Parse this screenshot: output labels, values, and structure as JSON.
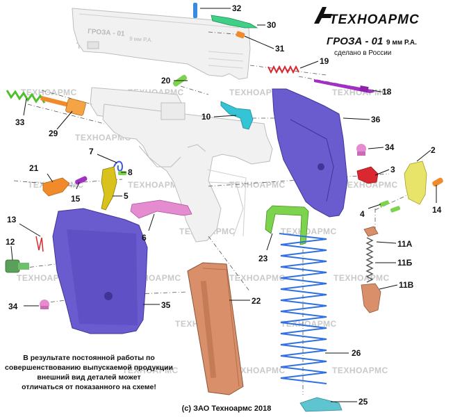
{
  "brand": {
    "name": "ТЕХНОАРМС"
  },
  "model": {
    "name": "ГРОЗА - 01",
    "caliber": "9 мм Р.А.",
    "made_in": "сделано в России"
  },
  "watermark": "ТЕХНОАРМС",
  "disclaimer": [
    "В результате постоянной работы по",
    "совершенствованию выпускаемой продукции",
    "внешний вид деталей может",
    "отличаться от показанного на схеме!"
  ],
  "copyright": "(c) ЗАО Техноармс 2018",
  "slide_engraving": {
    "model": "ГРОЗА - 01",
    "caliber": "9 мм Р.А."
  },
  "part_labels": {
    "p2": "2",
    "p3": "3",
    "p4": "4",
    "p5": "5",
    "p6": "6",
    "p7": "7",
    "p8": "8",
    "p10": "10",
    "p11a": "11А",
    "p11b": "11Б",
    "p11v": "11В",
    "p12": "12",
    "p13": "13",
    "p14": "14",
    "p15": "15",
    "p18": "18",
    "p19": "19",
    "p20": "20",
    "p21": "21",
    "p22": "22",
    "p23": "23",
    "p25": "25",
    "p26": "26",
    "p29": "29",
    "p30": "30",
    "p31": "31",
    "p32": "32",
    "p33": "33",
    "p34a": "34",
    "p34b": "34",
    "p35": "35",
    "p36": "36"
  },
  "colors": {
    "grip_panels": "#6a5ccf",
    "magazine": "#d9906a",
    "spring": "#2f6fe0",
    "green_parts": "#7ed34e",
    "teal_parts": "#35c3d6",
    "trigger": "#d8c21b",
    "orange_parts": "#f08a2a",
    "pink_parts": "#e58bd0",
    "purple_rod": "#a22fc4",
    "red_parts": "#d9282f",
    "hammer_yellow": "#e8e46a",
    "follower": "#5ec4d0",
    "ghost_frame": "#f1f1f1"
  }
}
